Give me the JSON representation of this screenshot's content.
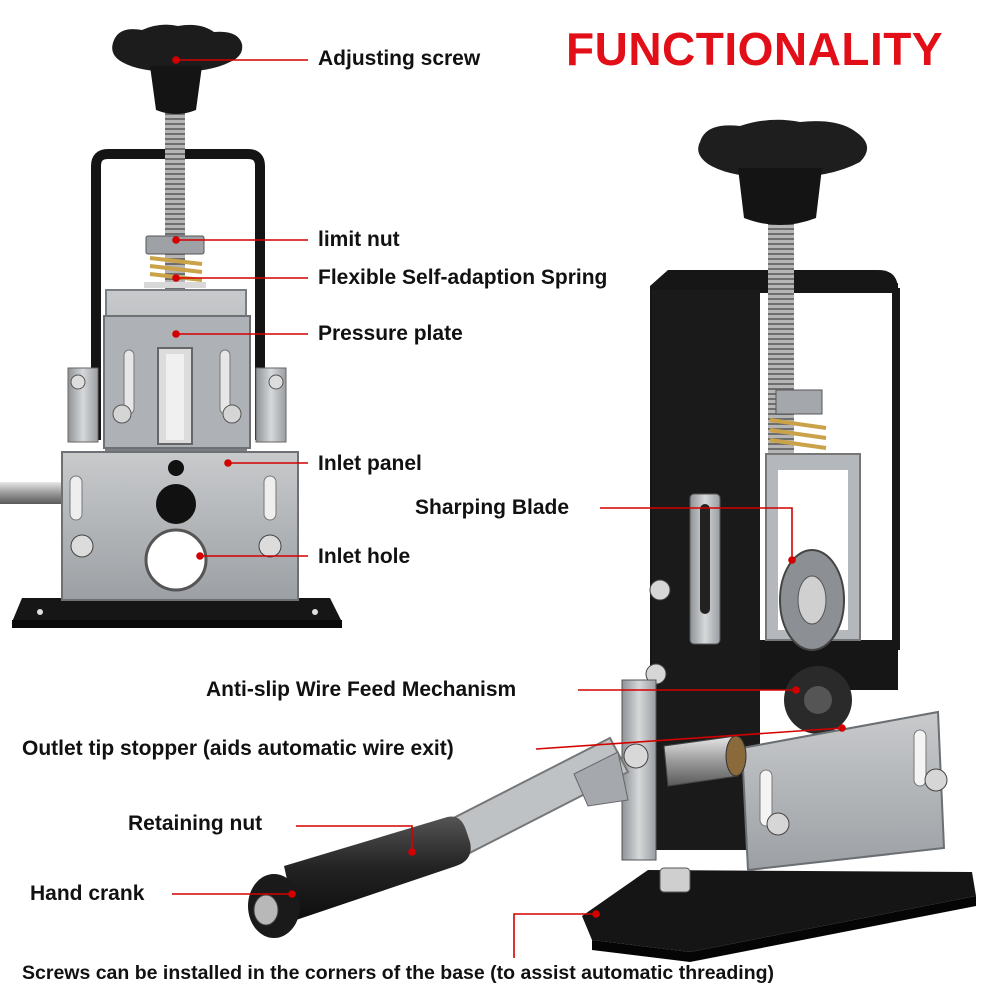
{
  "title": "FUNCTIONALITY",
  "labels": {
    "adjusting_screw": "Adjusting screw",
    "limit_nut": "limit nut",
    "spring": "Flexible Self-adaption Spring",
    "pressure_plate": "Pressure plate",
    "inlet_panel": "Inlet panel",
    "inlet_hole": "Inlet hole",
    "sharping_blade": "Sharping Blade",
    "anti_slip": "Anti-slip Wire Feed Mechanism",
    "outlet_tip": "Outlet tip stopper (aids automatic wire exit)",
    "retaining_nut": "Retaining nut",
    "hand_crank": "Hand crank",
    "base_screws": "Screws can be installed in the corners of the base (to assist automatic threading)"
  },
  "colors": {
    "accent": "#e30f18",
    "leader_line": "#d40000",
    "frame_black": "#141414",
    "steel": "#b9bcc0",
    "text": "#111111"
  }
}
